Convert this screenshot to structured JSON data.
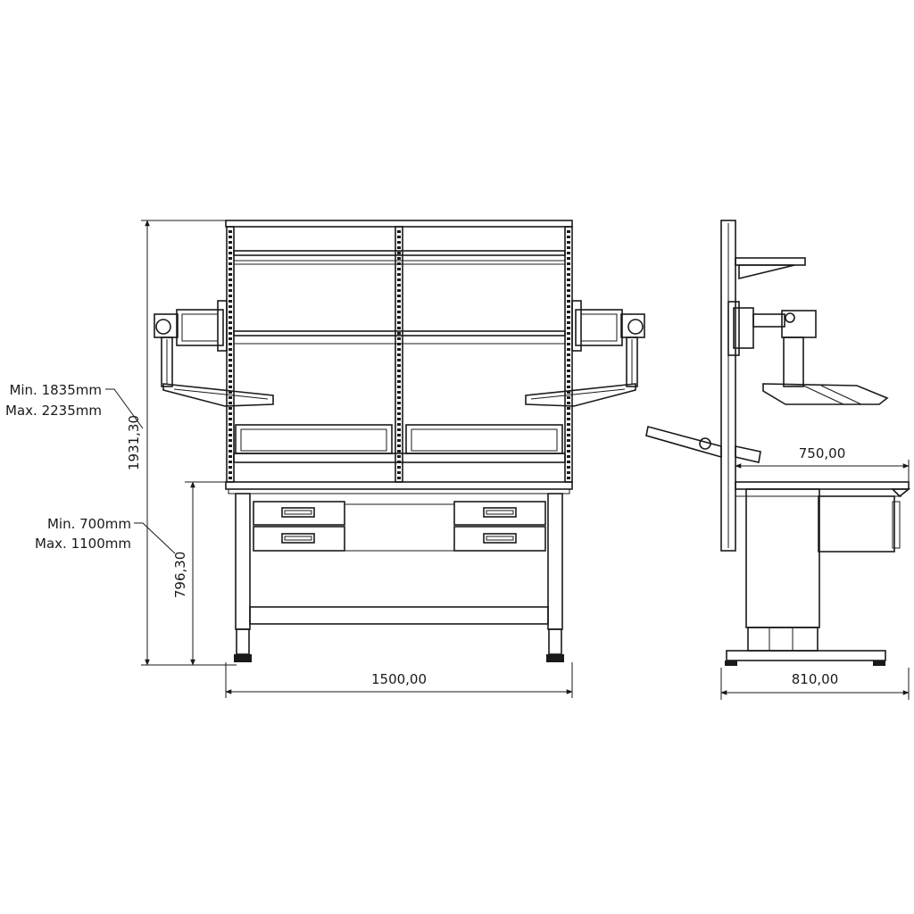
{
  "front_view": {
    "width_label": "1500,00",
    "total_height_label": "1931,30",
    "table_height_label": "796,30",
    "table_height_range": {
      "min": "Min. 700mm",
      "max": "Max. 1100mm"
    },
    "total_height_range": {
      "min": "Min. 1835mm",
      "max": "Max. 2235mm"
    }
  },
  "side_view": {
    "depth_label": "810,00",
    "top_depth_label": "750,00"
  }
}
